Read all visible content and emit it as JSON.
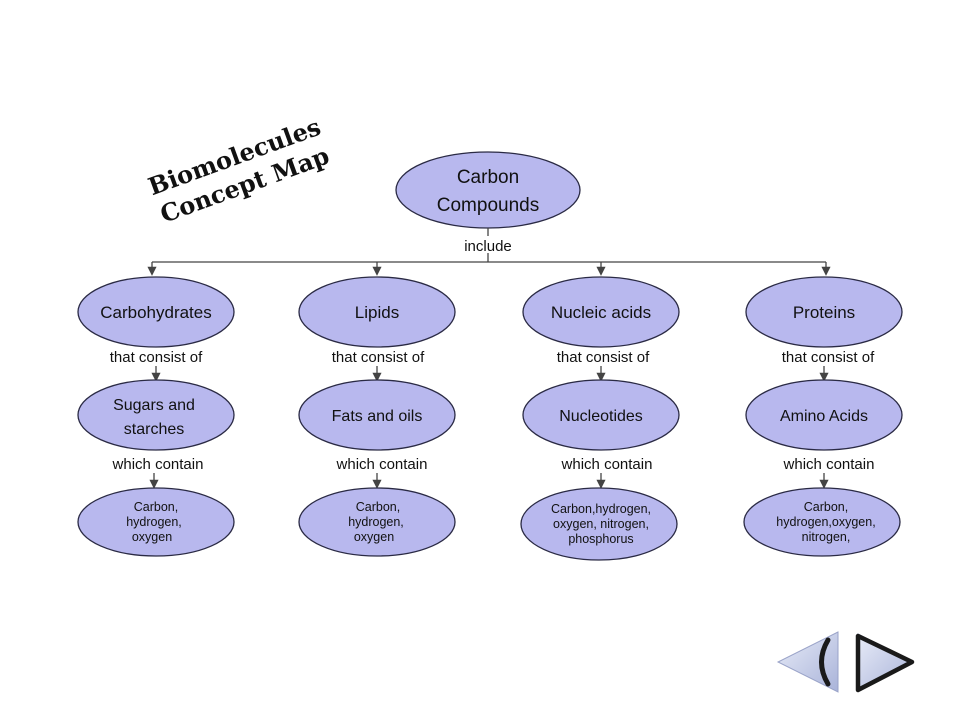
{
  "title": {
    "line1": "Biomolecules",
    "line2": "Concept Map"
  },
  "root": {
    "line1": "Carbon",
    "line2": "Compounds"
  },
  "root_link": "include",
  "columns": [
    {
      "category": "Carbohydrates",
      "link1": "that consist of",
      "unit": [
        "Sugars and",
        "starches"
      ],
      "link2": "which contain",
      "elements": [
        "Carbon,",
        "hydrogen,",
        "oxygen"
      ]
    },
    {
      "category": "Lipids",
      "link1": "that consist of",
      "unit": [
        "Fats and oils"
      ],
      "link2": "which contain",
      "elements": [
        "Carbon,",
        "hydrogen,",
        "oxygen"
      ]
    },
    {
      "category": "Nucleic acids",
      "link1": "that consist of",
      "unit": [
        "Nucleotides"
      ],
      "link2": "which contain",
      "elements": [
        "Carbon,hydrogen,",
        "oxygen, nitrogen,",
        "phosphorus"
      ]
    },
    {
      "category": "Proteins",
      "link1": "that consist of",
      "unit": [
        "Amino Acids"
      ],
      "link2": "which contain",
      "elements": [
        "Carbon,",
        "hydrogen,oxygen,",
        "nitrogen,"
      ]
    }
  ],
  "colors": {
    "node_fill": "#b8b8ee",
    "node_stroke": "#2a2a44",
    "nav_fill": "#c4cbe8"
  },
  "nav": {
    "back_icon": "back-arrow-icon",
    "forward_icon": "forward-arrow-icon"
  }
}
